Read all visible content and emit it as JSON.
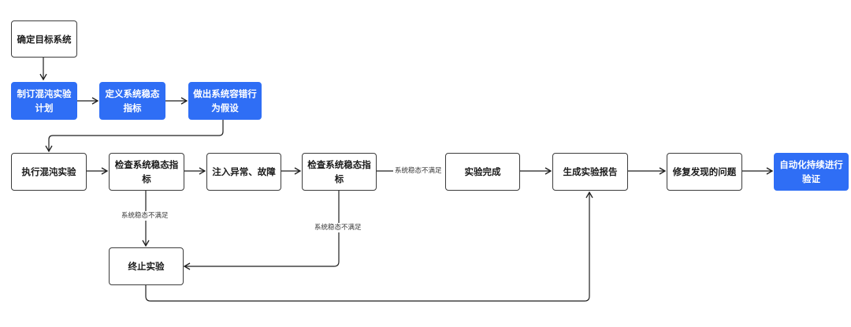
{
  "nodes": {
    "define_target": "确定目标系统",
    "plan": "制订混沌实验计划",
    "define_metric": "定义系统稳态指标",
    "hypothesis": "做出系统容错行为假设",
    "run": "执行混沌实验",
    "check1": "检查系统稳态指标",
    "inject": "注入异常、故障",
    "check2": "检查系统稳态指标",
    "done": "实验完成",
    "report": "生成实验报告",
    "fix": "修复发现的问题",
    "verify": "自动化持续进行验证",
    "stop": "终止实验"
  },
  "edge_labels": {
    "check1_to_stop": "系统稳态不满足",
    "check2_to_stop": "系统稳态不满足",
    "check2_to_done": "系统稳态不满足"
  },
  "colors": {
    "accent_blue": "#2f6ef5",
    "border": "#3c3c3c",
    "line": "#1e1e1e"
  }
}
